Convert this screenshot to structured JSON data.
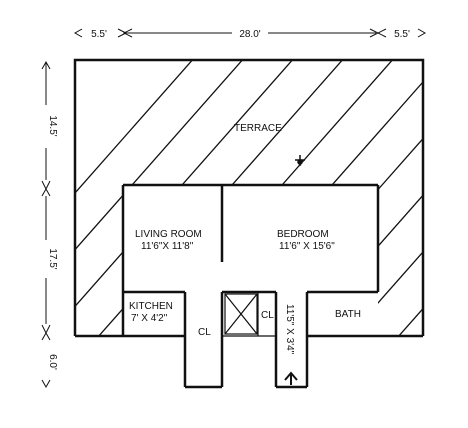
{
  "dimensions": {
    "top": [
      "5.5'",
      "28.0'",
      "5.5'"
    ],
    "left": [
      "14.5'",
      "17.5'",
      "6.0'"
    ]
  },
  "rooms": {
    "terrace": "TERRACE",
    "living_room": {
      "name": "LIVING ROOM",
      "size": "11'6\"X 11'8\""
    },
    "bedroom": {
      "name": "BEDROOM",
      "size": "11'6\" X 15'6\""
    },
    "kitchen": {
      "name": "KITCHEN",
      "size": "7' X 4'2\""
    },
    "closet_left": "CL",
    "closet_right": "CL",
    "hall": "11'5\" X 3'4\"",
    "bath": "BATH"
  },
  "colors": {
    "line": "#111111",
    "background": "#ffffff"
  }
}
